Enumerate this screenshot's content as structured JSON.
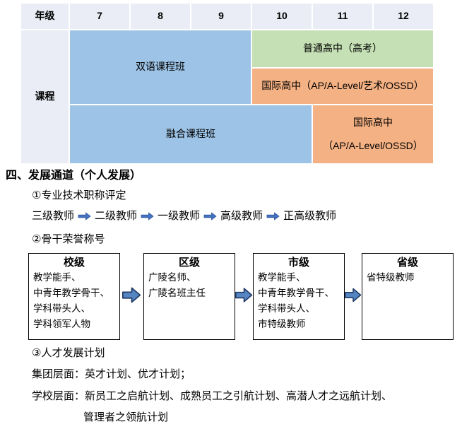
{
  "table": {
    "grade_label": "年级",
    "course_label": "课程",
    "grades": [
      "7",
      "8",
      "9",
      "10",
      "11",
      "12"
    ],
    "cells": {
      "bilingual": "双语课程班",
      "regular_hs": "普通高中（高考）",
      "intl_hs_art": "国际高中（AP/A-Level/艺术/OSSD）",
      "fusion": "融合课程班",
      "intl_hs_line1": "国际高中",
      "intl_hs_line2": "（AP/A-Level/OSSD）"
    },
    "colors": {
      "header_bg": "#EAEDF5",
      "blue": "#9DC3E6",
      "green": "#C5E0B4",
      "orange": "#F4B183"
    }
  },
  "section": {
    "heading": "四、发展通道（个人发展）",
    "item1": "①专业技术职称评定",
    "career_path": [
      "三级教师",
      "二级教师",
      "一级教师",
      "高级教师",
      "正高级教师"
    ],
    "item2": "②骨干荣誉称号",
    "honor_boxes": [
      {
        "title": "校级",
        "lines": [
          "教学能手、",
          "中青年教学骨干、",
          "学科带头人、",
          "学科领军人物"
        ]
      },
      {
        "title": "区级",
        "lines": [
          "广陵名师、",
          "广陵名班主任"
        ]
      },
      {
        "title": "市级",
        "lines": [
          "教学能手、",
          "中青年教学骨干、",
          "学科带头人、",
          "市特级教师"
        ]
      },
      {
        "title": "省级",
        "lines": [
          "省特级教师"
        ]
      }
    ],
    "item3": "③人才发展计划",
    "group_line": "集团层面：英才计划、优才计划；",
    "school_line": "学校层面：新员工之启航计划、成熟员工之引航计划、高潜人才之远航计划、",
    "school_line2": "管理者之领航计划"
  },
  "colors": {
    "small_arrow_fill": "#4472C4",
    "small_arrow_stroke": "#2F5597",
    "big_arrow_fill": "#5585C2",
    "big_arrow_stroke": "#1F3864"
  }
}
